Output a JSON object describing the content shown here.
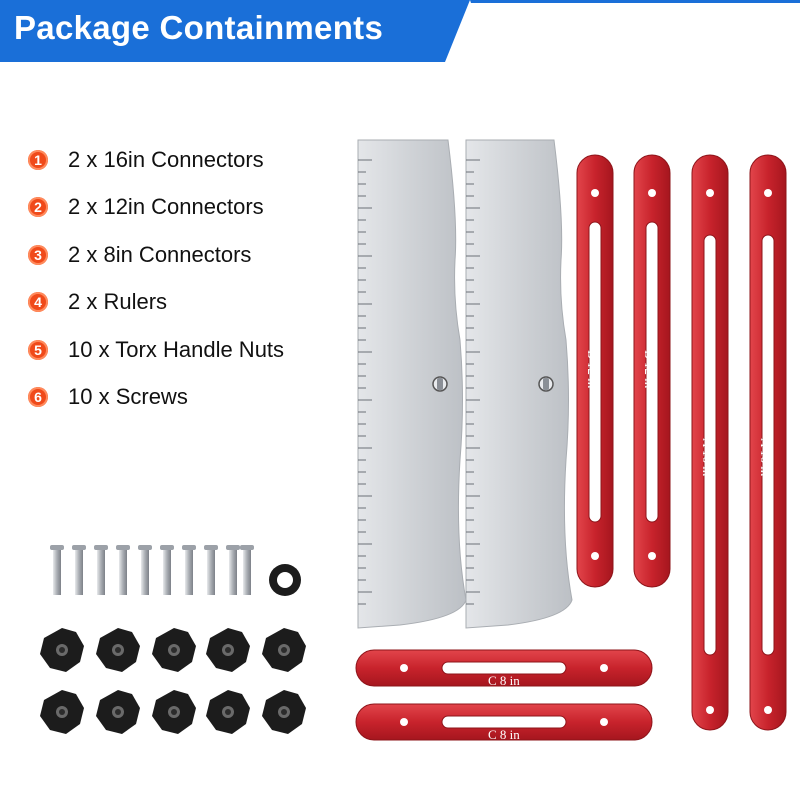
{
  "header": {
    "title": "Package Containments",
    "accent_color": "#1a6fd8"
  },
  "items": [
    {
      "num": "1",
      "label": "2 x 16in Connectors"
    },
    {
      "num": "2",
      "label": "2 x 12in Connectors"
    },
    {
      "num": "3",
      "label": "2 x 8in Connectors"
    },
    {
      "num": "4",
      "label": "2 x Rulers"
    },
    {
      "num": "5",
      "label": "10 x Torx Handle Nuts"
    },
    {
      "num": "6",
      "label": "10 x Screws"
    }
  ],
  "connector_labels": {
    "b": "B 12 in",
    "a": "A 16 in",
    "c": "C 8 in"
  },
  "colors": {
    "connector": "#c8232c",
    "ruler": "#cfd2d6",
    "knob": "#1c1c1c",
    "badge": "#f04a1a"
  }
}
